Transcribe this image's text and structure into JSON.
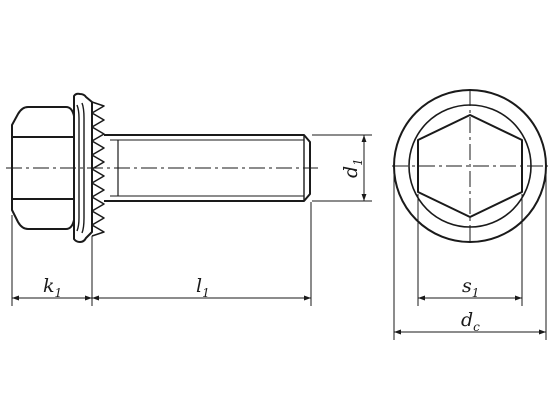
{
  "colors": {
    "line": "#1a1a1a",
    "background": "#ffffff"
  },
  "dimensions": {
    "k": {
      "main": "k",
      "sub": "1"
    },
    "l": {
      "main": "l",
      "sub": "1"
    },
    "d": {
      "main": "d",
      "sub": "1"
    },
    "s": {
      "main": "s",
      "sub": "1"
    },
    "dc": {
      "main": "d",
      "sub": "c"
    }
  }
}
